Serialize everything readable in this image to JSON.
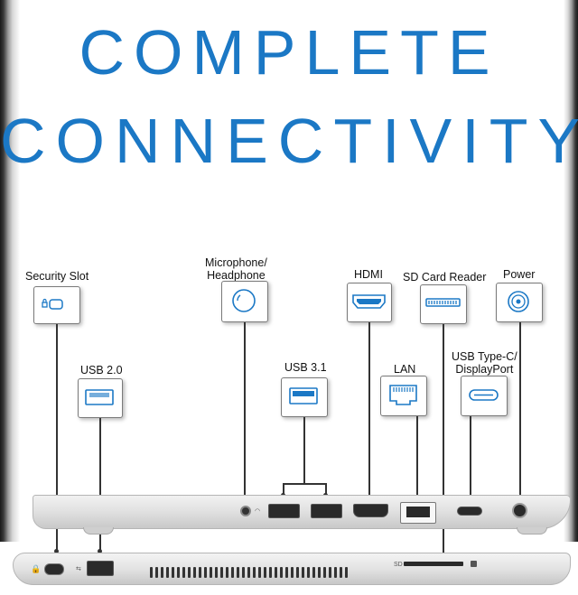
{
  "headline": {
    "line1": "COMPLETE",
    "line2": "CONNECTIVITY"
  },
  "colors": {
    "headline": "#1b78c5",
    "port_icon": "#1b78c5",
    "connector": "#333333"
  },
  "ports": {
    "security_slot": {
      "label": "Security Slot",
      "icon": "lock-slot-icon"
    },
    "usb2": {
      "label": "USB 2.0",
      "icon": "usb-a-icon"
    },
    "audio": {
      "label_line1": "Microphone/",
      "label_line2": "Headphone",
      "icon": "audio-jack-icon"
    },
    "usb31": {
      "label": "USB 3.1",
      "icon": "usb-3-icon"
    },
    "hdmi": {
      "label": "HDMI",
      "icon": "hdmi-icon"
    },
    "sd": {
      "label": "SD Card Reader",
      "icon": "sd-card-icon"
    },
    "lan": {
      "label": "LAN",
      "icon": "ethernet-icon"
    },
    "usbc": {
      "label_line1": "USB Type-C/",
      "label_line2": "DisplayPort",
      "icon": "usb-c-icon"
    },
    "power": {
      "label": "Power",
      "icon": "power-jack-icon"
    }
  },
  "laptop_markings": {
    "sd": "SD"
  }
}
